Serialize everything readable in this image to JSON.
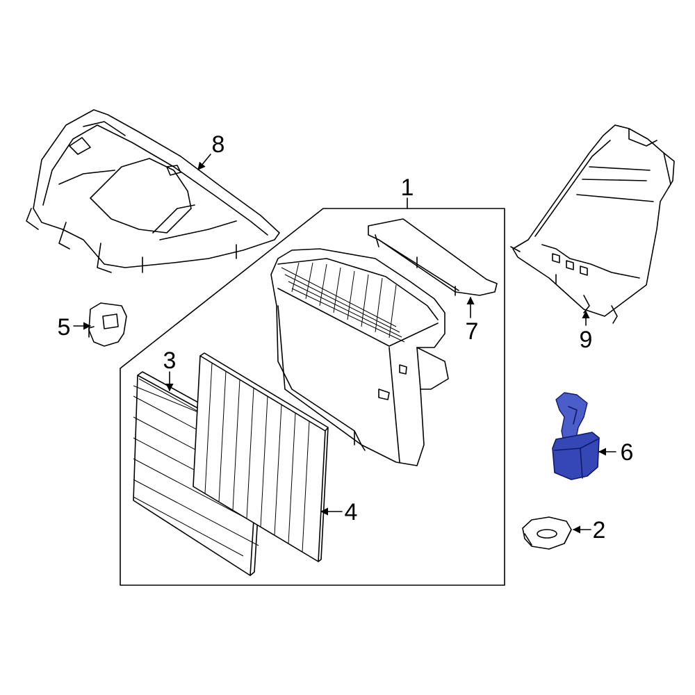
{
  "callouts": {
    "c1": "1",
    "c2": "2",
    "c3": "3",
    "c4": "4",
    "c5": "5",
    "c6": "6",
    "c7": "7",
    "c8": "8",
    "c9": "9"
  },
  "highlight_color": "#3547b4"
}
